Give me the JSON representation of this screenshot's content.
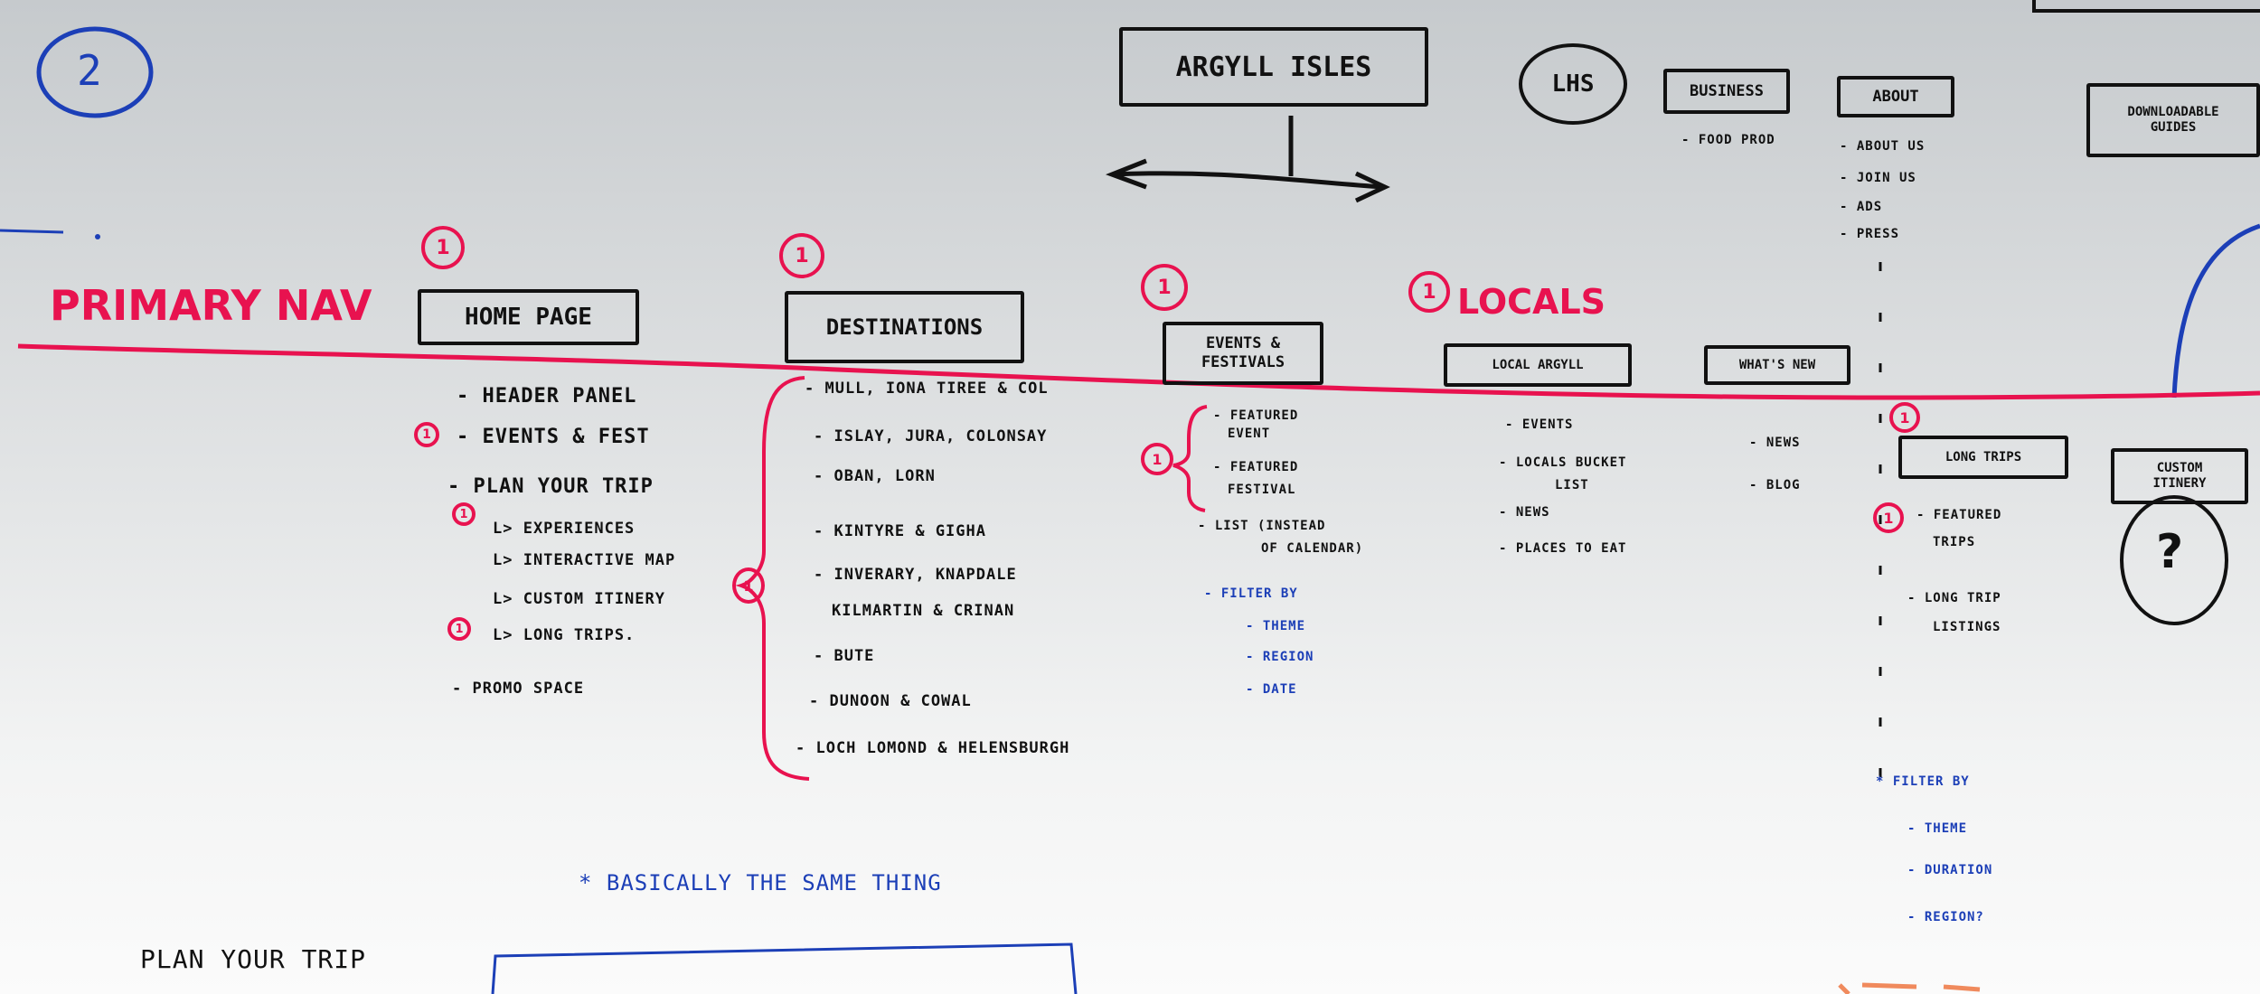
{
  "page_number": "2",
  "header": {
    "argyll_isles": "ARGYLL ISLES",
    "lhs": "LHS",
    "business": "BUSINESS",
    "food_prod": "- FOOD PROD",
    "about": "ABOUT",
    "about_items": [
      "- ABOUT US",
      "- JOIN US",
      "- ADS",
      "- PRESS"
    ],
    "downloadable_guides_line1": "DOWNLOADABLE",
    "downloadable_guides_line2": "GUIDES"
  },
  "primary_nav": {
    "label": "PRIMARY NAV",
    "priority": "1"
  },
  "home_page": {
    "title": "HOME PAGE",
    "items": [
      "- HEADER PANEL",
      "- EVENTS & FEST",
      "- PLAN YOUR TRIP",
      "L> EXPERIENCES",
      "L> INTERACTIVE MAP",
      "L> CUSTOM ITINERY",
      "L> LONG TRIPS.",
      "- PROMO SPACE"
    ]
  },
  "destinations": {
    "title": "DESTINATIONS",
    "items": [
      "- MULL, IONA TIREE & COL",
      "- ISLAY, JURA, COLONSAY",
      "- OBAN, LORN",
      "- KINTYRE & GIGHA",
      "- INVERARY, KNAPDALE",
      "KILMARTIN & CRINAN",
      "- BUTE",
      "- DUNOON & COWAL",
      "- LOCH LOMOND & HELENSBURGH"
    ]
  },
  "events_festivals": {
    "title_line1": "EVENTS &",
    "title_line2": "FESTIVALS",
    "items": [
      "- FEATURED",
      "EVENT",
      "- FEATURED",
      "FESTIVAL",
      "- LIST (INSTEAD",
      "OF CALENDAR)"
    ],
    "filter_by": "- FILTER BY",
    "filters": [
      "- THEME",
      "- REGION",
      "- DATE"
    ]
  },
  "locals": {
    "label": "LOCALS",
    "local_argyll": "LOCAL ARGYLL",
    "local_items": [
      "- EVENTS",
      "- LOCALS BUCKET",
      "LIST",
      "- NEWS",
      "- PLACES TO EAT"
    ],
    "whats_new": "WHAT'S NEW",
    "whats_new_items": [
      "- NEWS",
      "- BLOG"
    ]
  },
  "long_trips": {
    "title": "LONG TRIPS",
    "items": [
      "- FEATURED",
      "TRIPS",
      "- LONG TRIP",
      "LISTINGS"
    ],
    "filter_by": "* FILTER BY",
    "filters": [
      "- THEME",
      "- DURATION",
      "- REGION?"
    ]
  },
  "custom_itinery": {
    "line1": "CUSTOM",
    "line2": "ITINERY",
    "question": "?"
  },
  "notes": {
    "basically_same": "* BASICALLY THE SAME THING",
    "plan_your_trip": "PLAN YOUR TRIP"
  }
}
